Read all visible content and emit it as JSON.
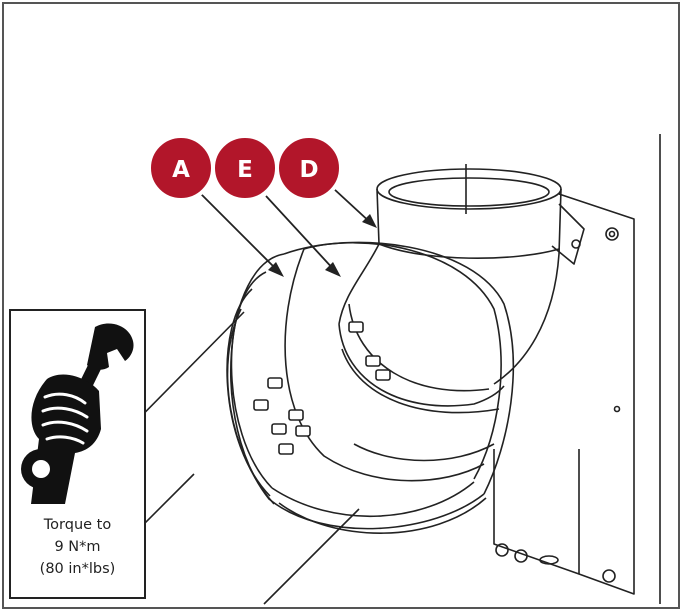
{
  "callouts": [
    {
      "letter": "A",
      "color": "#b2162a"
    },
    {
      "letter": "E",
      "color": "#b2162a"
    },
    {
      "letter": "D",
      "color": "#b2162a"
    }
  ],
  "torque": {
    "icon": "wrench-hand-icon",
    "line1": "Torque to",
    "line2": "9 N*m",
    "line3": "(80 in*lbs)"
  },
  "colors": {
    "badge": "#b2162a",
    "line": "#222222",
    "frame": "#555555"
  }
}
